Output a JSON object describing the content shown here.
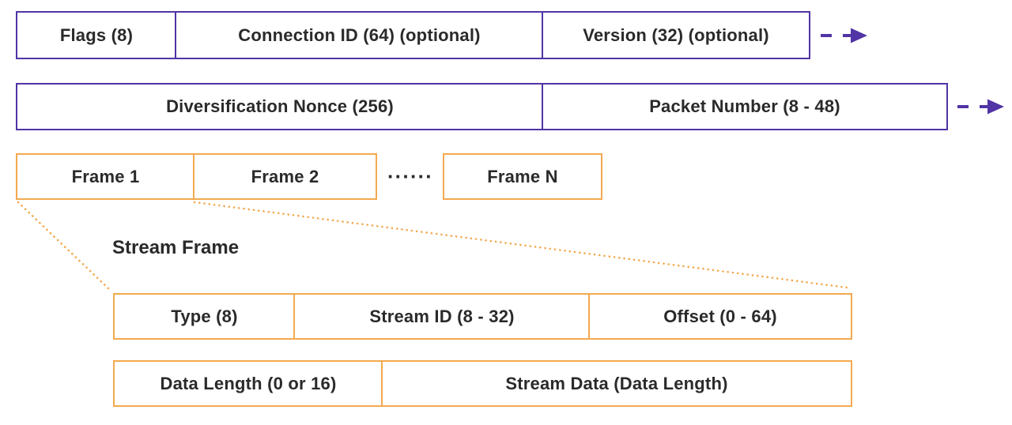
{
  "colors": {
    "purple": "#5134A5",
    "orange": "#F3A950",
    "text": "#2A2A2A"
  },
  "packet_header_row": {
    "cells": [
      "Flags (8)",
      "Connection ID (64) (optional)",
      "Version (32) (optional)"
    ]
  },
  "packet_payload_row": {
    "cells": [
      "Diversification Nonce (256)",
      "Packet Number (8 - 48)"
    ]
  },
  "frames_row": {
    "cells": [
      "Frame 1",
      "Frame 2",
      "Frame N"
    ],
    "ellipsis": "······"
  },
  "stream_frame": {
    "label": "Stream Frame",
    "header_cells": [
      "Type (8)",
      "Stream ID (8 - 32)",
      "Offset (0 - 64)"
    ],
    "data_cells": [
      "Data Length (0 or 16)",
      "Stream Data (Data Length)"
    ]
  }
}
